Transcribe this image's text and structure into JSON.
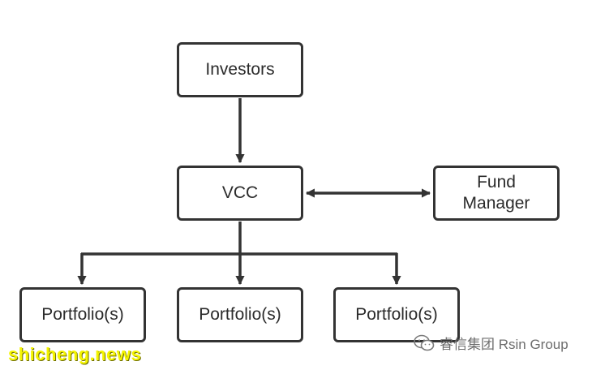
{
  "diagram": {
    "nodes": {
      "investors": "Investors",
      "vcc": "VCC",
      "fund_manager_line1": "Fund",
      "fund_manager_line2": "Manager",
      "portfolio_1": "Portfolio(s)",
      "portfolio_2": "Portfolio(s)",
      "portfolio_3": "Portfolio(s)"
    },
    "edges": [
      {
        "from": "Investors",
        "to": "VCC",
        "direction": "one-way"
      },
      {
        "from": "VCC",
        "to": "Fund Manager",
        "direction": "two-way"
      },
      {
        "from": "VCC",
        "to": "Portfolio(s) 1",
        "direction": "one-way"
      },
      {
        "from": "VCC",
        "to": "Portfolio(s) 2",
        "direction": "one-way"
      },
      {
        "from": "VCC",
        "to": "Portfolio(s) 3",
        "direction": "one-way"
      }
    ]
  },
  "watermarks": {
    "left": "shicheng.news",
    "right": "睿信集团 Rsin Group",
    "right_icon": "wechat-icon"
  },
  "colors": {
    "stroke": "#333333",
    "text": "#2b2b2b",
    "watermark_left": "#f4f400",
    "watermark_right": "#6d6d6d"
  }
}
